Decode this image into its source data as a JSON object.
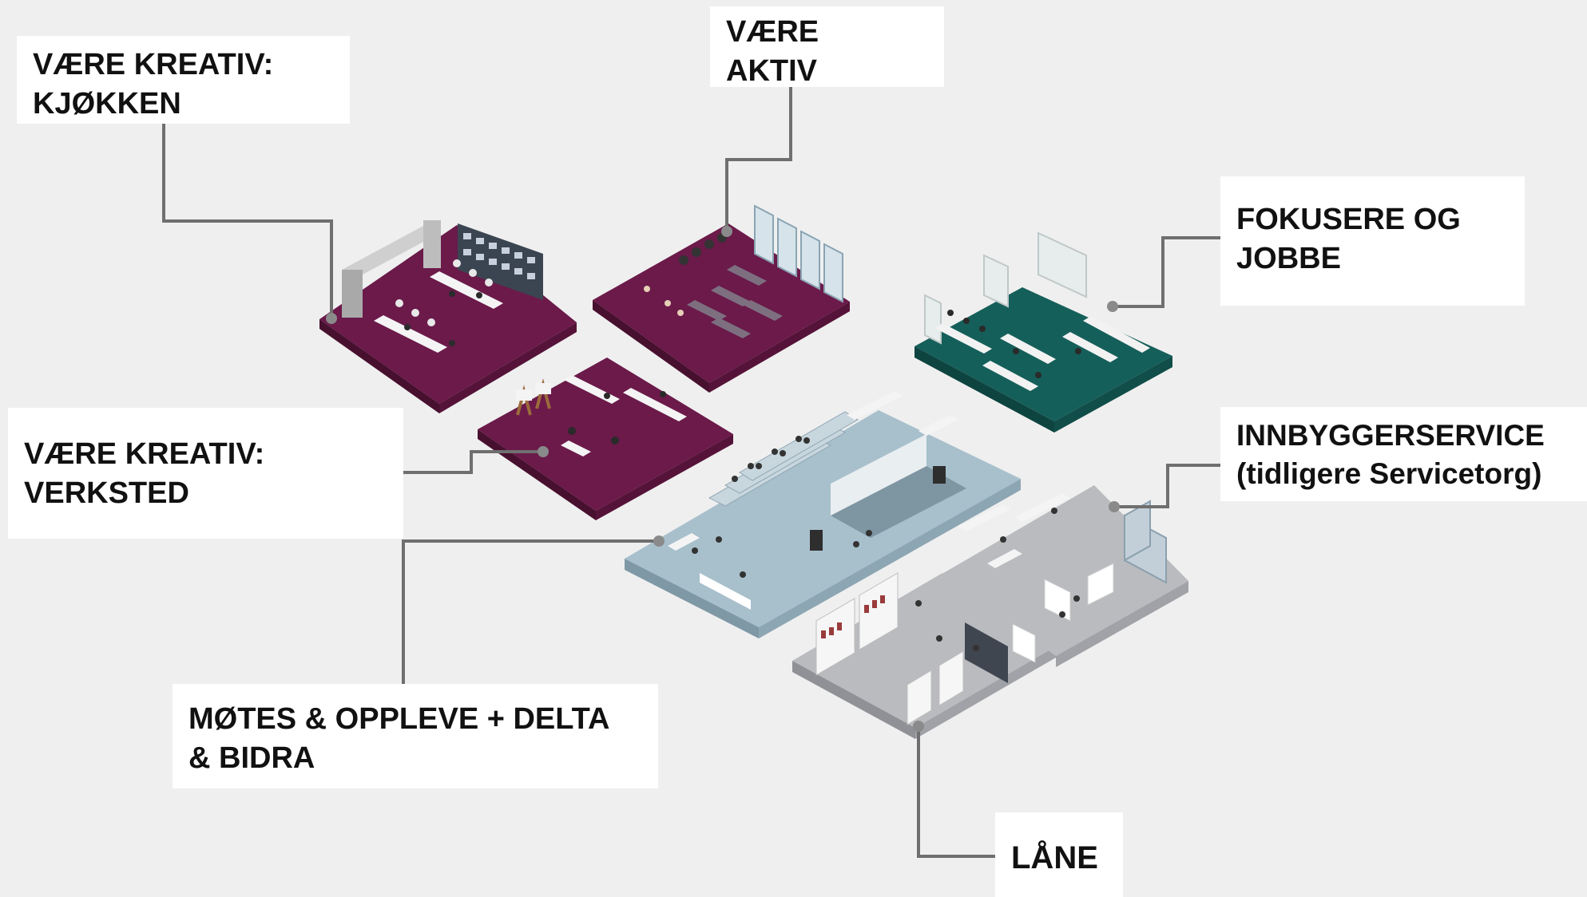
{
  "labels": {
    "kjokken": "VÆRE KREATIV:\nKJØKKEN",
    "aktiv": "VÆRE\nAKTIV",
    "fokus": "FOKUSERE OG\nJOBBE",
    "verksted": "VÆRE KREATIV:\nVERKSTED",
    "innbygger": "INNBYGGERSERVICE\n(tidligere Servicetorg)",
    "motes": "MØTES & OPPLEVE + DELTA\n & BIDRA",
    "lane": "LÅNE"
  },
  "colors": {
    "background": "#efefef",
    "purple_floor": "#6b1a4a",
    "teal_floor": "#155f5a",
    "blue_floor": "#a8c0cc",
    "grey_floor": "#b9bbbf",
    "connector": "#6f6f6f"
  }
}
